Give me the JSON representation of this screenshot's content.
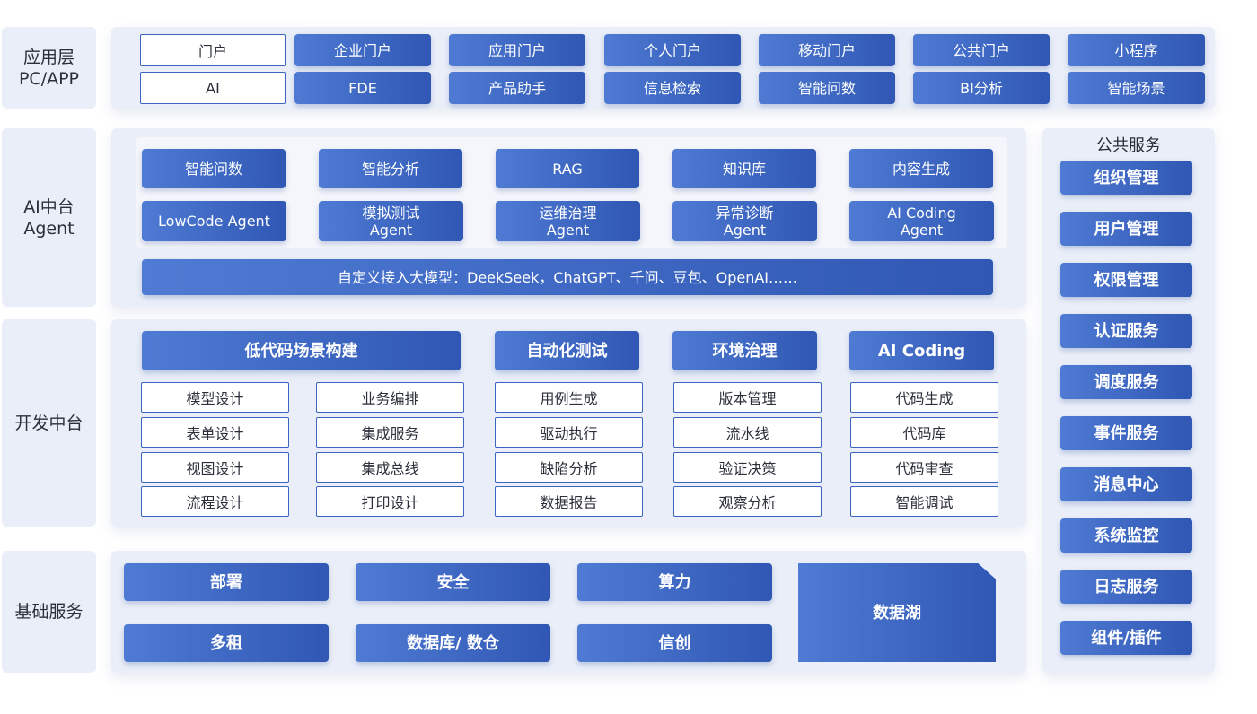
{
  "layers": {
    "app": "应用层\nPC/APP",
    "ai": "AI中台\nAgent",
    "dev": "开发中台",
    "base": "基础服务"
  },
  "app_layer": {
    "row1": [
      "门户",
      "企业门户",
      "应用门户",
      "个人门户",
      "移动门户",
      "公共门户",
      "小程序"
    ],
    "row2": [
      "AI",
      "FDE",
      "产品助手",
      "信息检索",
      "智能问数",
      "BI分析",
      "智能场景"
    ]
  },
  "ai_layer": {
    "row1": [
      "智能问数",
      "智能分析",
      "RAG",
      "知识库",
      "内容生成"
    ],
    "row2": [
      "LowCode  Agent",
      "模拟测试\nAgent",
      "运维治理\nAgent",
      "异常诊断\nAgent",
      "AI Coding\nAgent"
    ],
    "model_bar": "自定义接入大模型：DeekSeek，ChatGPT、千问、豆包、OpenAI……"
  },
  "dev_layer": {
    "headers": [
      "低代码场景构建",
      "自动化测试",
      "环境治理",
      "AI Coding"
    ],
    "lowcode_col1": [
      "模型设计",
      "表单设计",
      "视图设计",
      "流程设计"
    ],
    "lowcode_col2": [
      "业务编排",
      "集成服务",
      "集成总线",
      "打印设计"
    ],
    "test_col": [
      "用例生成",
      "驱动执行",
      "缺陷分析",
      "数据报告"
    ],
    "env_col": [
      "版本管理",
      "流水线",
      "验证决策",
      "观察分析"
    ],
    "coding_col": [
      "代码生成",
      "代码库",
      "代码审查",
      "智能调试"
    ]
  },
  "base_layer": {
    "row1": [
      "部署",
      "安全",
      "算力"
    ],
    "row2": [
      "多租",
      "数据库/ 数仓",
      "信创"
    ],
    "lake": "数据湖"
  },
  "public_services": {
    "title": "公共服务",
    "items": [
      "组织管理",
      "用户管理",
      "权限管理",
      "认证服务",
      "调度服务",
      "事件服务",
      "消息中心",
      "系统监控",
      "日志服务",
      "组件/插件"
    ]
  }
}
